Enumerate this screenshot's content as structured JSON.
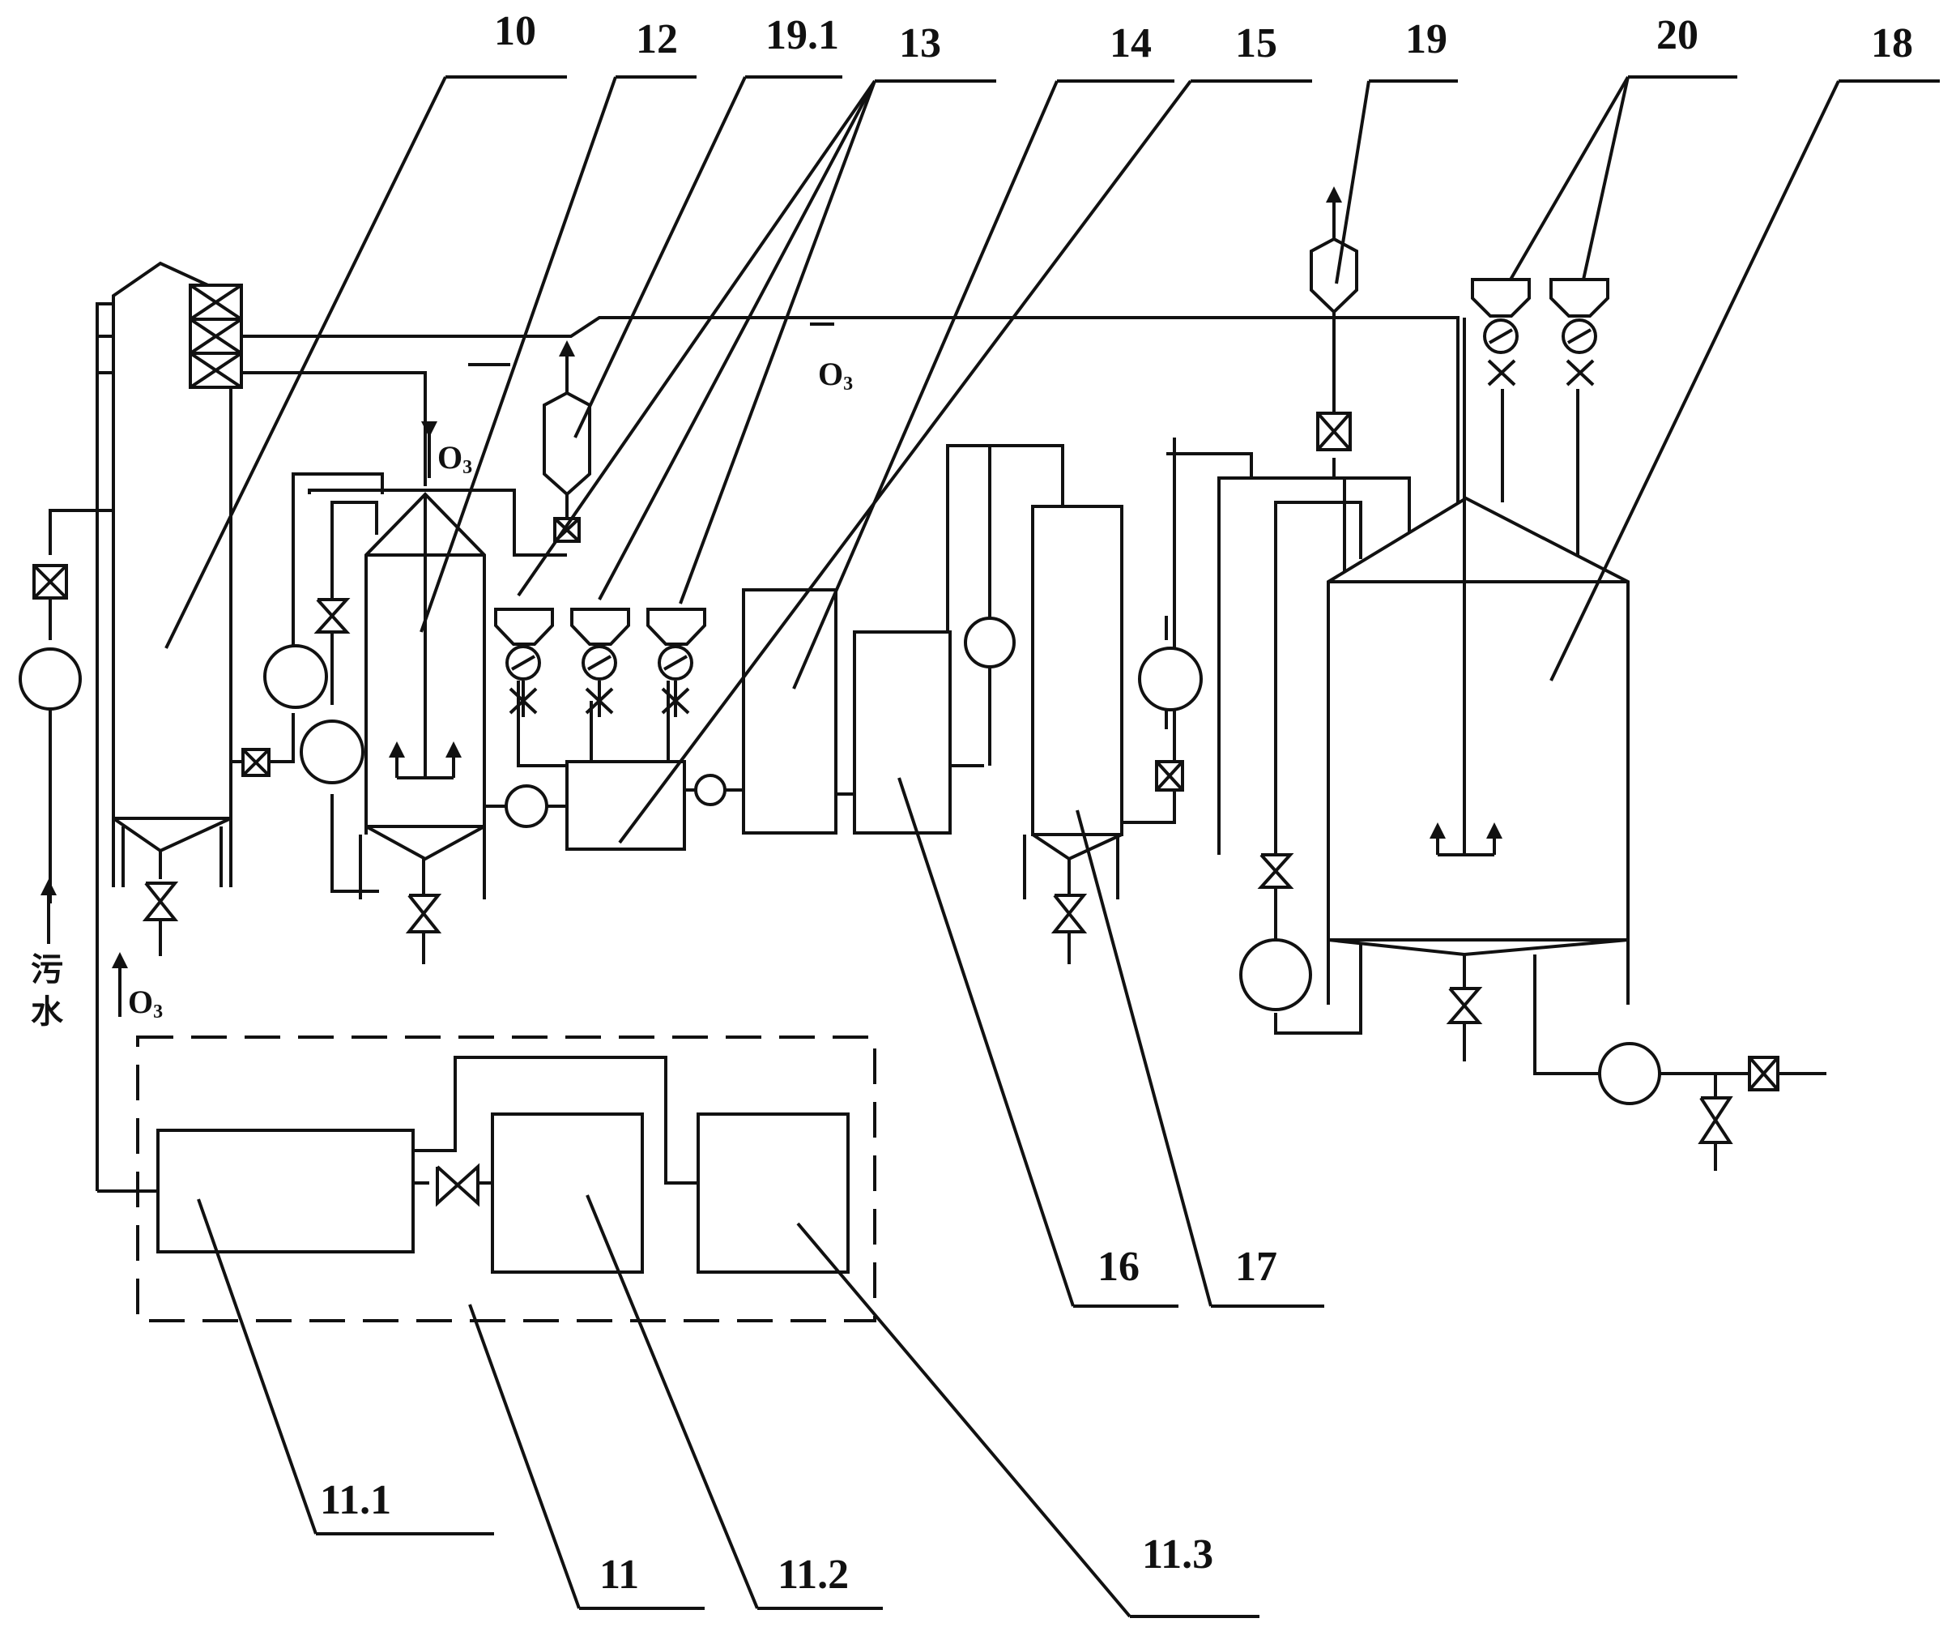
{
  "labels": {
    "l10": "10",
    "l12": "12",
    "l19_1": "19.1",
    "l13": "13",
    "l14": "14",
    "l15": "15",
    "l19": "19",
    "l20": "20",
    "l18": "18",
    "l16": "16",
    "l17": "17",
    "l11_1": "11.1",
    "l11": "11",
    "l11_2": "11.2",
    "l11_3": "11.3"
  },
  "annotations": {
    "o3_top": "O",
    "o3_top_sub": "3",
    "o3_mid": "O",
    "o3_mid_sub": "3",
    "o3_left": "O",
    "o3_left_sub": "3",
    "sewage_1": "污",
    "sewage_2": "水"
  }
}
